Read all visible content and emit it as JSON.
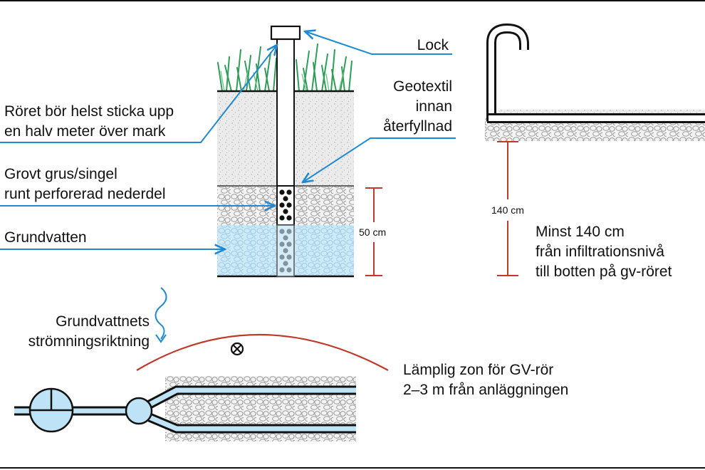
{
  "labels": {
    "lock": "Lock",
    "geotextil_1": "Geotextil",
    "geotextil_2": "innan",
    "geotextil_3": "återfyllnad",
    "pipe_height_1": "Röret bör helst sticka upp",
    "pipe_height_2": "en halv meter över mark",
    "gravel_1": "Grovt grus/singel",
    "gravel_2": "runt perforerad nederdel",
    "groundwater": "Grundvatten",
    "dim_50": "50 cm",
    "dim_140": "140 cm",
    "min_1": "Minst 140 cm",
    "min_2": "från infiltrationsnivå",
    "min_3": "till botten på gv-röret",
    "flow_1": "Grundvattnets",
    "flow_2": "strömningsriktning",
    "zone_1": "Lämplig zon för GV-rör",
    "zone_2": "2–3 m från anläggningen"
  },
  "colors": {
    "leader_blue": "#1e8ad3",
    "dimension_red": "#c0392b",
    "water_blue": "#cdeaf8",
    "pipe_blue": "#bfe3f6",
    "grass_green": "#2f9d57"
  },
  "icons": {
    "crossed_circle": "crossed-circle-icon",
    "flow_wave": "wave-arrow-icon"
  }
}
